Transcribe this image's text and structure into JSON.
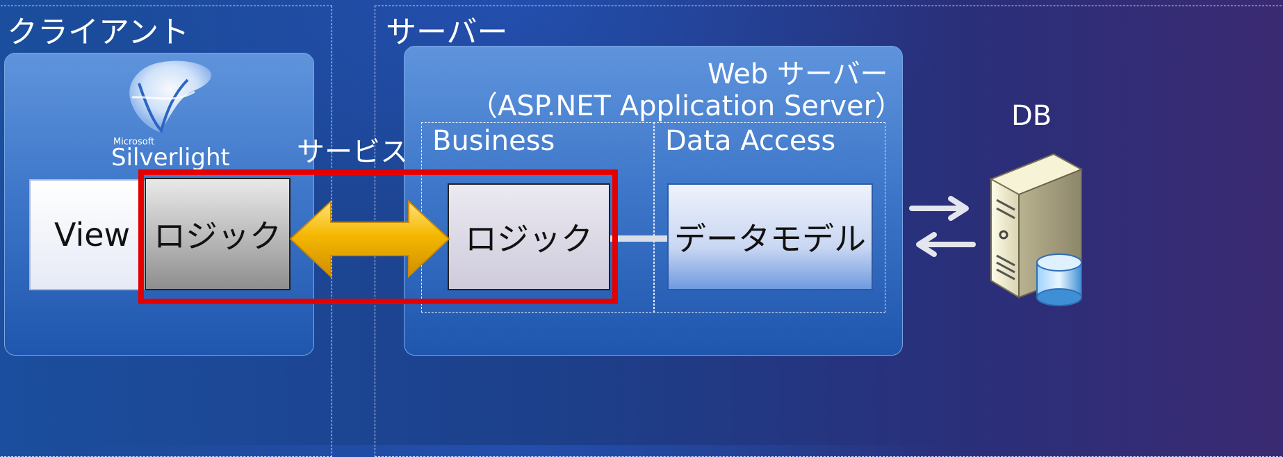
{
  "client": {
    "zone_label": "クライアント",
    "platform_logo_small": "Microsoft",
    "platform_logo_name": "Silverlight",
    "view_label": "View",
    "logic_label": "ロジック"
  },
  "service_label": "サービス",
  "server": {
    "zone_label": "サーバー",
    "web_server_title": "Web サーバー",
    "web_server_subtitle": "（ASP.NET Application Server）",
    "business_label": "Business",
    "data_access_label": "Data Access",
    "logic_label": "ロジック",
    "data_model_label": "データモデル"
  },
  "db_label": "DB",
  "colors": {
    "highlight_frame": "#e50000",
    "service_arrow": "#f5b800",
    "panel_blue": "#3f78ca"
  }
}
